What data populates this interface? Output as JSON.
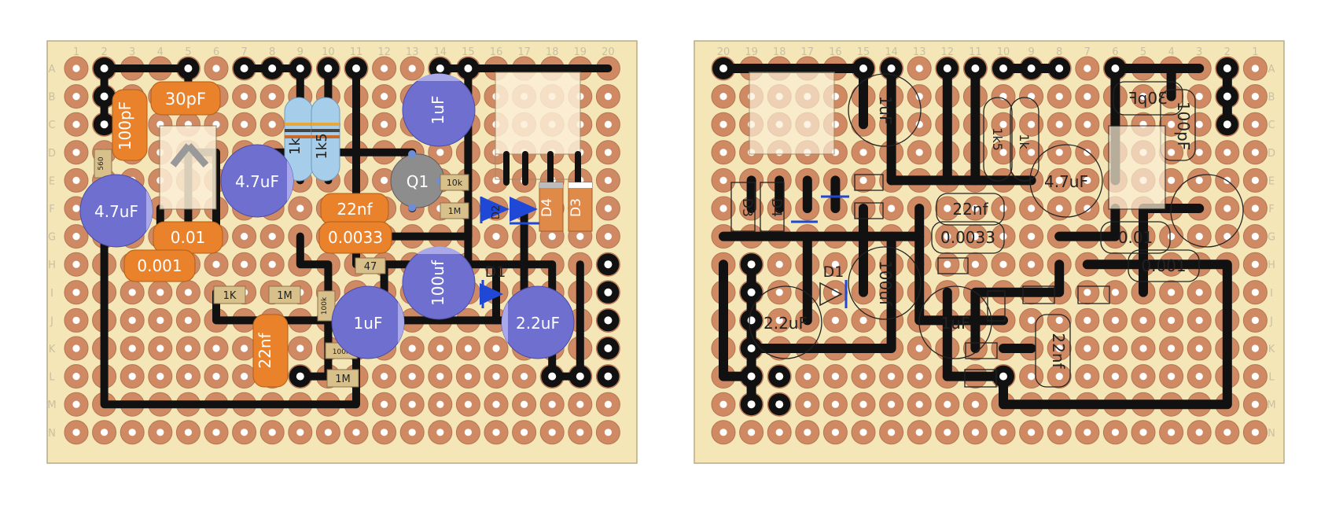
{
  "columns": [
    "1",
    "2",
    "3",
    "4",
    "5",
    "6",
    "7",
    "8",
    "9",
    "10",
    "11",
    "12",
    "13",
    "14",
    "15",
    "16",
    "17",
    "18",
    "19",
    "20"
  ],
  "rows": [
    "A",
    "B",
    "C",
    "D",
    "E",
    "F",
    "G",
    "H",
    "I",
    "J",
    "K",
    "L",
    "M",
    "N"
  ],
  "components": {
    "c30pf": "30pF",
    "c100pf": "100pF",
    "c47a": "4.7uF",
    "c47b": "4.7uF",
    "c1uf_top": "1uF",
    "c1uf_mid": "1uF",
    "c100uf": "100uf",
    "c22uf": "2.2uF",
    "c22nf_top": "22nf",
    "c22nf_bot": "22nf",
    "c001": "0.01",
    "c0001": "0.001",
    "c00033": "0.0033",
    "r1k": "1k",
    "r1k5": "1k5",
    "q1": "Q1",
    "d1": "D1",
    "d2": "D2",
    "d3": "D3",
    "d4": "D4",
    "r560": "560",
    "r10k": "10k",
    "r1m_a": "1M",
    "r1m_b": "1M",
    "r1m_c": "1M",
    "r47": "47",
    "r1k_small": "1K",
    "r100k_a": "100k",
    "r100k_b": "100k"
  }
}
